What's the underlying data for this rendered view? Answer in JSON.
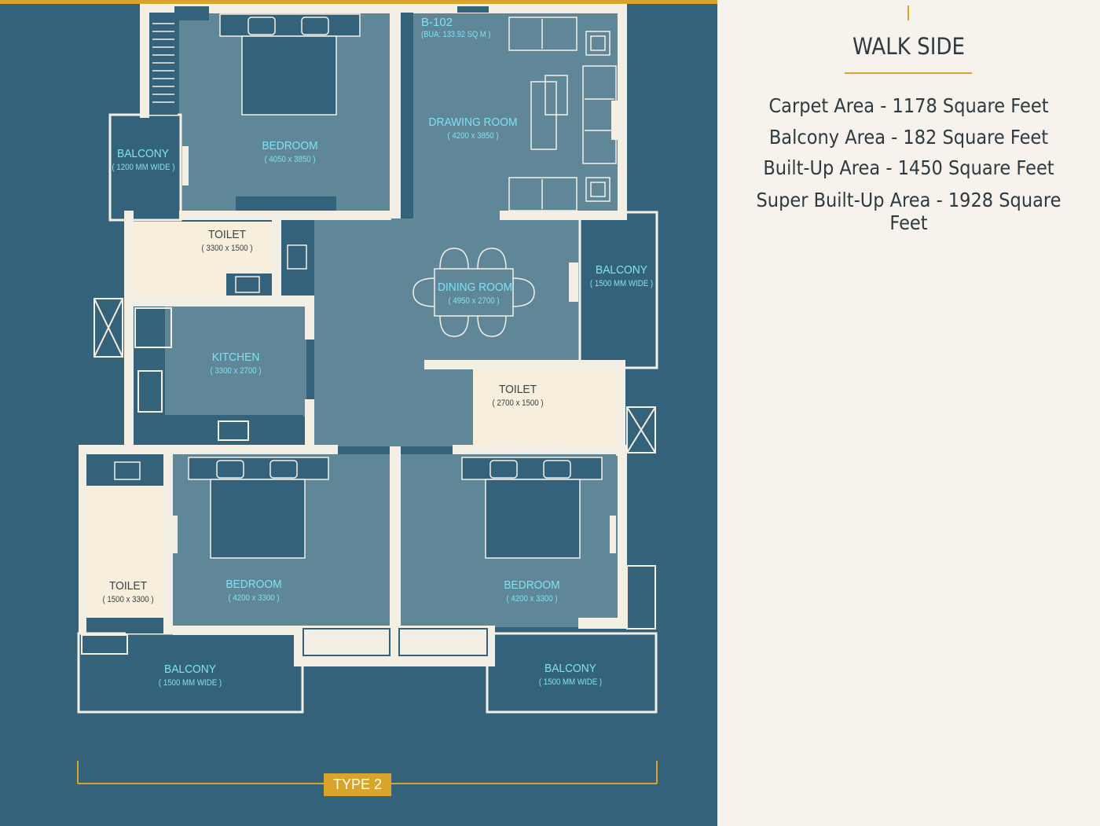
{
  "unit": {
    "code": "B-102",
    "bua": "(BUA:  133.92 SQ M  )"
  },
  "rooms": {
    "bedroom_top": {
      "name": "BEDROOM",
      "dims": "( 4050 x 3850 )"
    },
    "drawing_room": {
      "name": "DRAWING ROOM",
      "dims": "( 4200 x 3850 )"
    },
    "balcony_left": {
      "name": "BALCONY",
      "dims": "( 1200 MM WIDE )"
    },
    "toilet_top": {
      "name": "TOILET",
      "dims": "( 3300 x 1500 )"
    },
    "dining_room": {
      "name": "DINING ROOM",
      "dims": "( 4950 x 2700 )"
    },
    "balcony_right": {
      "name": "BALCONY",
      "dims": "( 1500 MM WIDE )"
    },
    "kitchen": {
      "name": "KITCHEN",
      "dims": "( 3300 x 2700 )"
    },
    "toilet_mid": {
      "name": "TOILET",
      "dims": "( 2700 x 1500 )"
    },
    "toilet_left": {
      "name": "TOILET",
      "dims": "( 1500 x 3300 )"
    },
    "bedroom_left": {
      "name": "BEDROOM",
      "dims": "( 4200 x 3300 )"
    },
    "bedroom_right": {
      "name": "BEDROOM",
      "dims": "( 4200 x 3300 )"
    },
    "balcony_bottom_left": {
      "name": "BALCONY",
      "dims": "( 1500 MM WIDE )"
    },
    "balcony_bottom_right": {
      "name": "BALCONY",
      "dims": "( 1500 MM WIDE )"
    }
  },
  "type_label": "TYPE 2",
  "side": {
    "title": "WALK SIDE",
    "areas": [
      "Carpet Area - 1178 Square Feet",
      "Balcony Area - 182 Square Feet",
      "Built-Up Area - 1450 Square Feet",
      "Super Built-Up Area - 1928 Square Feet"
    ]
  },
  "colors": {
    "background": "#34627a",
    "room_fill": "#5f8797",
    "wall": "#f4efe5",
    "wet_area": "#f7eedb",
    "accent": "#d9a42b",
    "label": "#7fe3f5",
    "text_dark": "#2d3a40"
  }
}
